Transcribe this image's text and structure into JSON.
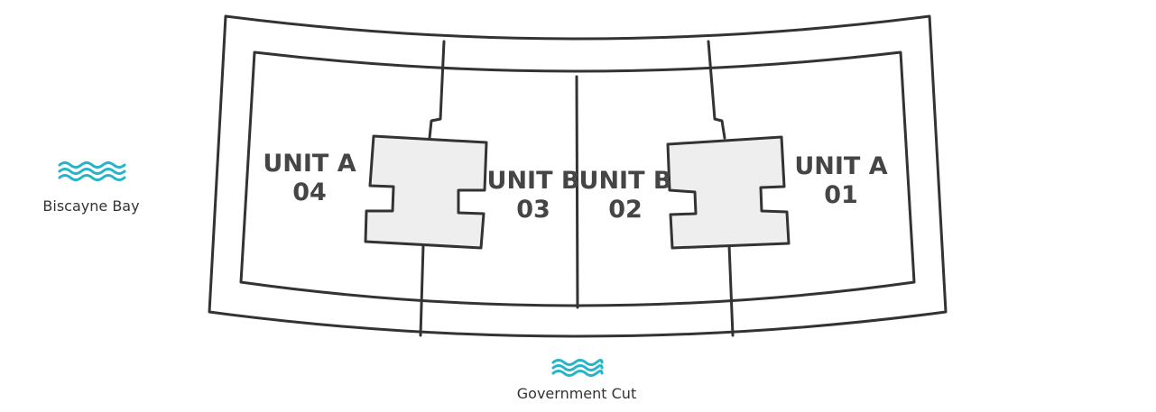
{
  "colors": {
    "wall": "#333333",
    "core_fill": "#eeeeee",
    "label": "#454545",
    "water": "#26b5c8"
  },
  "water_bodies": [
    {
      "label": "Biscayne Bay",
      "icon": "wave-icon"
    },
    {
      "label": "Government Cut",
      "icon": "wave-icon"
    }
  ],
  "units": [
    {
      "line1": "UNIT A",
      "line2": "04"
    },
    {
      "line1": "UNIT B",
      "line2": "03"
    },
    {
      "line1": "UNIT B",
      "line2": "02"
    },
    {
      "line1": "UNIT A",
      "line2": "01"
    }
  ]
}
